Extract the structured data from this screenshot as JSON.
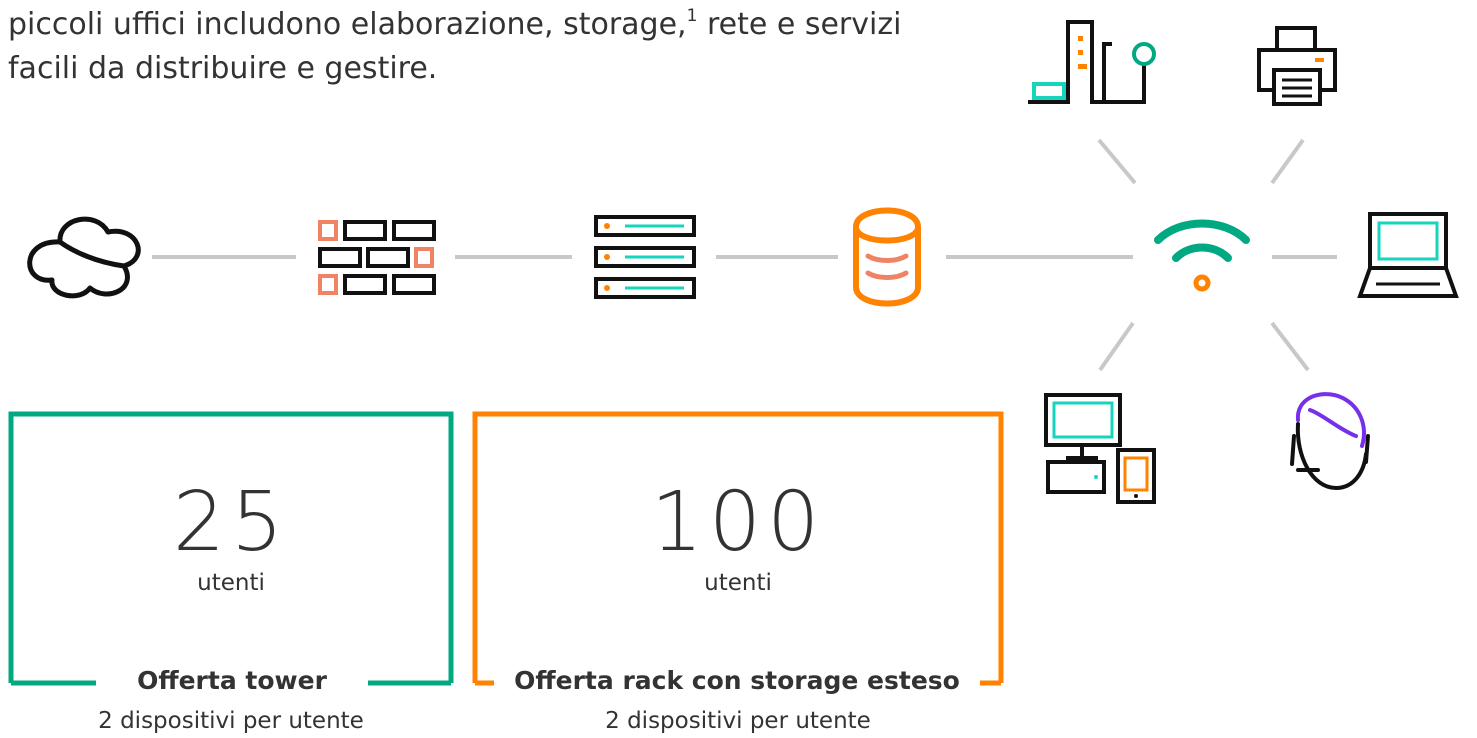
{
  "intro": {
    "line1": "piccoli uffici includono elaborazione, storage,",
    "footnote": "1",
    "line1b": " rete e servizi",
    "line2": "facili da distribuire e gestire."
  },
  "colors": {
    "green": "#01a982",
    "orange": "#ff8300",
    "coral": "#f08364",
    "teal": "#17d4be",
    "purple": "#7630ea",
    "gray": "#c8c8c8",
    "black": "#111111"
  },
  "icons": [
    "cloud-icon",
    "firewall-icon",
    "server-icon",
    "database-icon",
    "wifi-icon",
    "building-icon",
    "printer-icon",
    "laptop-icon",
    "workstation-icon",
    "user-headset-icon"
  ],
  "offers": [
    {
      "number": "25",
      "unit": "utenti",
      "title": "Offerta tower",
      "subtitle": "2 dispositivi per utente"
    },
    {
      "number": "100",
      "unit": "utenti",
      "title": "Offerta rack con storage esteso",
      "subtitle": "2 dispositivi per utente"
    }
  ]
}
